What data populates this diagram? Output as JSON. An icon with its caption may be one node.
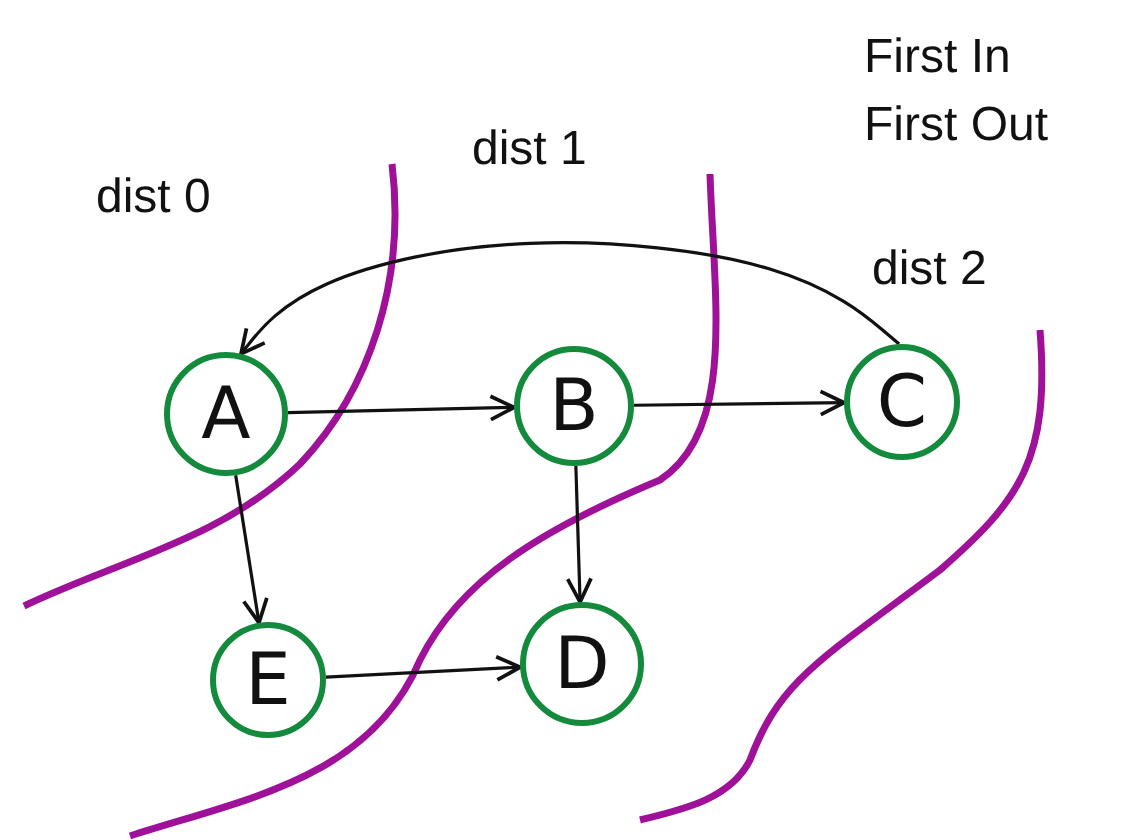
{
  "diagram": {
    "nodes": [
      {
        "text": [
          "A"
        ]
      },
      {
        "text": [
          "B"
        ]
      },
      {
        "text": [
          "C"
        ]
      },
      {
        "text": [
          "E"
        ]
      },
      {
        "text": [
          "D"
        ]
      }
    ],
    "edges": [
      {
        "from": 0,
        "to": 1,
        "arrow": "to"
      },
      {
        "from": 1,
        "to": 2,
        "arrow": "to"
      },
      {
        "from": 2,
        "to": 0,
        "arrow": "to"
      },
      {
        "from": 0,
        "to": 3,
        "arrow": "to"
      },
      {
        "from": 1,
        "to": 4,
        "arrow": "to"
      },
      {
        "from": 3,
        "to": 4,
        "arrow": "to"
      }
    ],
    "labels": [
      "First In First Out",
      "dist 1",
      "dist 0",
      "dist 2"
    ]
  }
}
